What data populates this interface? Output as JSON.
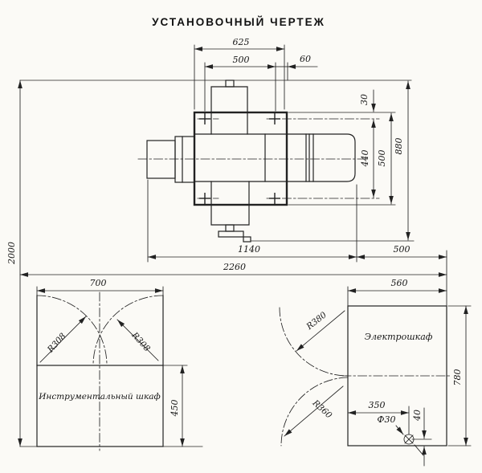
{
  "title": "УСТАНОВОЧНЫЙ ЧЕРТЕЖ",
  "machine": {
    "top_width": "625",
    "slide_width": "500",
    "edge_offset": "60",
    "hole_edge": "30",
    "hole_span": "440",
    "plate_depth": "500",
    "overall_depth": "880",
    "bed_length": "1140",
    "side_clearance": "500",
    "overall_length": "2260",
    "overall_height": "2000"
  },
  "tool_cabinet": {
    "label": "Инструментальный шкаф",
    "width": "700",
    "depth": "450",
    "door_radius_left": "R308",
    "door_radius_right": "R308"
  },
  "electro_cabinet": {
    "label": "Электрошкаф",
    "width": "560",
    "depth": "780",
    "door_radius_upper": "R380",
    "door_radius_lower": "R360",
    "hole_offset": "350",
    "hole_diameter": "Ф30",
    "hole_edge_offset": "40"
  },
  "colors": {
    "line": "#222222",
    "background": "#fbfaf6"
  }
}
